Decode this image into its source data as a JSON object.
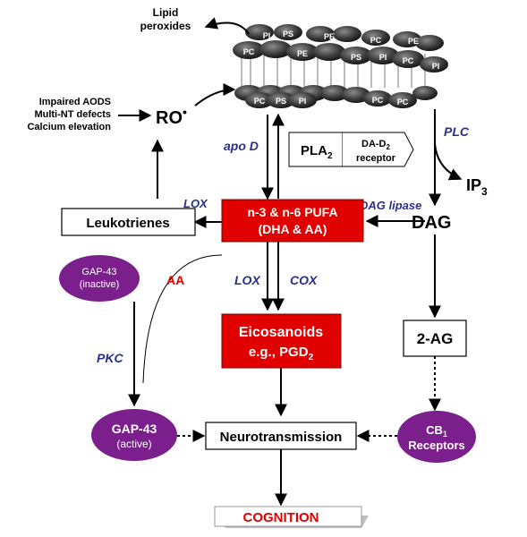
{
  "membrane": {
    "top_heads": [
      "PI",
      "PS",
      "PE",
      "PC",
      "PE",
      "PC",
      "PE",
      "PS",
      "PI",
      "PC",
      "PI"
    ],
    "bottom_heads": [
      "PC",
      "PS",
      "PI",
      "PC",
      "PC"
    ]
  },
  "lipid_peroxides": [
    "Lipid",
    "peroxides"
  ],
  "stressors": [
    "Impaired AODS",
    "Multi-NT defects",
    "Calcium elevation"
  ],
  "ro": {
    "main": "RO",
    "dot": "•"
  },
  "apo_d": "apo D",
  "pla2": {
    "main": "PLA",
    "sub": "2"
  },
  "receptor": {
    "line1_main": "DA-D",
    "line1_sub": "2",
    "line2": "receptor"
  },
  "plc": "PLC",
  "ip3": {
    "main": "IP",
    "sub": "3"
  },
  "dag": "DAG",
  "dag_lipase": "DAG lipase",
  "lox": "LOX",
  "cox": "COX",
  "pufa": {
    "line1": "n-3 & n-6 PUFA",
    "line2": "(DHA & AA)"
  },
  "leukotrienes": "Leukotrienes",
  "gap43_inactive": {
    "line1": "GAP-43",
    "line2": "(inactive)"
  },
  "aa": "AA",
  "pkc": "PKC",
  "eicosanoids": {
    "line1": "Eicosanoids",
    "line2_main": "e.g., PGD",
    "line2_sub": "2"
  },
  "two_ag": "2-AG",
  "gap43_active": {
    "line1": "GAP-43",
    "line2": "(active)"
  },
  "neurotransmission": "Neurotransmission",
  "cb1": {
    "main": "CB",
    "sub": "1",
    "line2": "Receptors"
  },
  "cognition": "COGNITION",
  "colors": {
    "red": "#e00000",
    "purple": "#7b1f8c",
    "blue_text": "#2a2f8c",
    "dark_head": "#3a3a3a"
  }
}
